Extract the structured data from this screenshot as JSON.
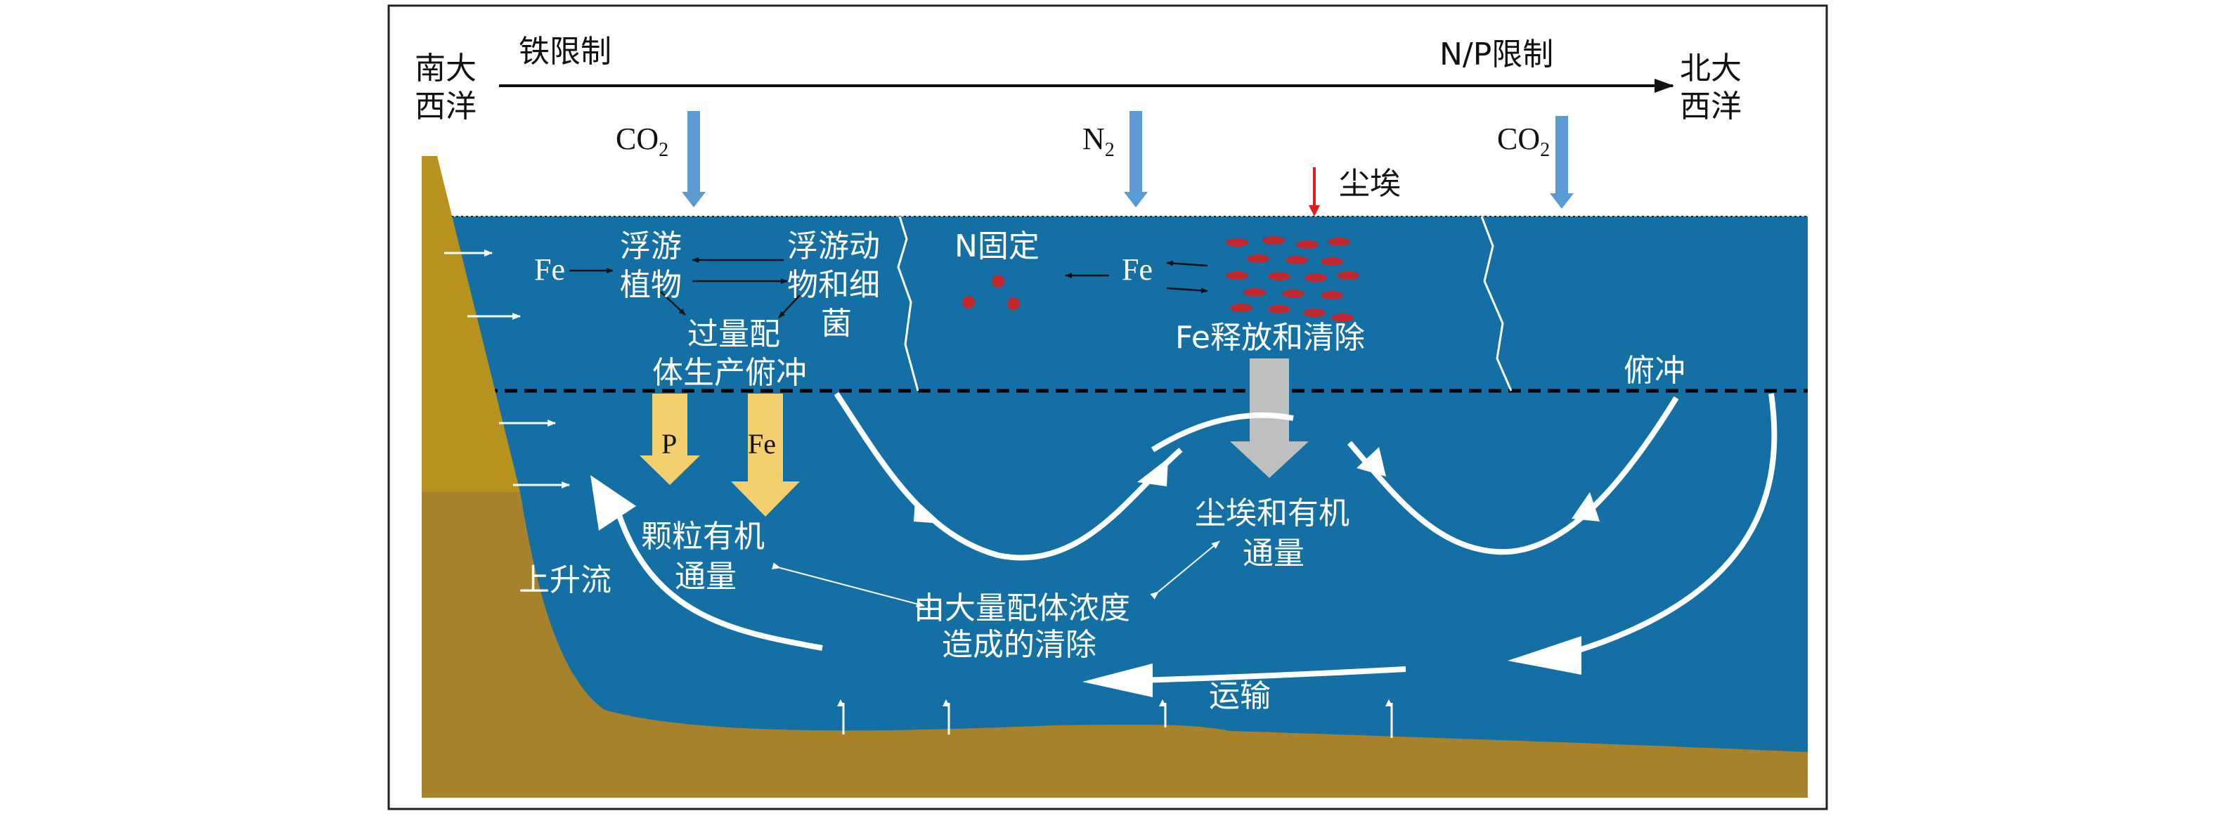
{
  "labels": {
    "south_atlantic_line1": "南大",
    "south_atlantic_line2": "西洋",
    "north_atlantic_line1": "北大",
    "north_atlantic_line2": "西洋",
    "fe_limitation": "铁限制",
    "np_limitation": "N/P限制",
    "co2_left_main": "CO",
    "co2_left_sub": "2",
    "n2_main": "N",
    "n2_sub": "2",
    "co2_right_main": "CO",
    "co2_right_sub": "2",
    "dust": "尘埃",
    "fe_left": "Fe",
    "phyto_line1": "浮游",
    "phyto_line2": "植物",
    "zoo_line1": "浮游动",
    "zoo_line2": "物和细",
    "zoo_line3": "菌",
    "excess_line1": "过量配",
    "excess_line2": "体生产俯冲",
    "n_fixation": "N固定",
    "fe_mid": "Fe",
    "fe_release": "Fe释放和清除",
    "subduction_right": "俯冲",
    "p_box": "P",
    "fe_box": "Fe",
    "poc_line1": "颗粒有机",
    "poc_line2": "通量",
    "dust_organic_line1": "尘埃和有机",
    "dust_organic_line2": "通量",
    "upwelling": "上升流",
    "ligand_line1": "由大量配体浓度",
    "ligand_line2": "造成的清除",
    "transport": "运输"
  },
  "colors": {
    "ocean": "#1470A4",
    "sediment": "#B8921E",
    "sediment_floor": "#A8822A",
    "flux_arrow": "#F4CF6E",
    "gas_arrow": "#5B9BD5",
    "dust_arrow": "#E02020",
    "dust_particle": "#C0282E",
    "grey_arrow": "#BFBFBF",
    "text_dark": "#111111",
    "text_light": "#ffffff"
  }
}
